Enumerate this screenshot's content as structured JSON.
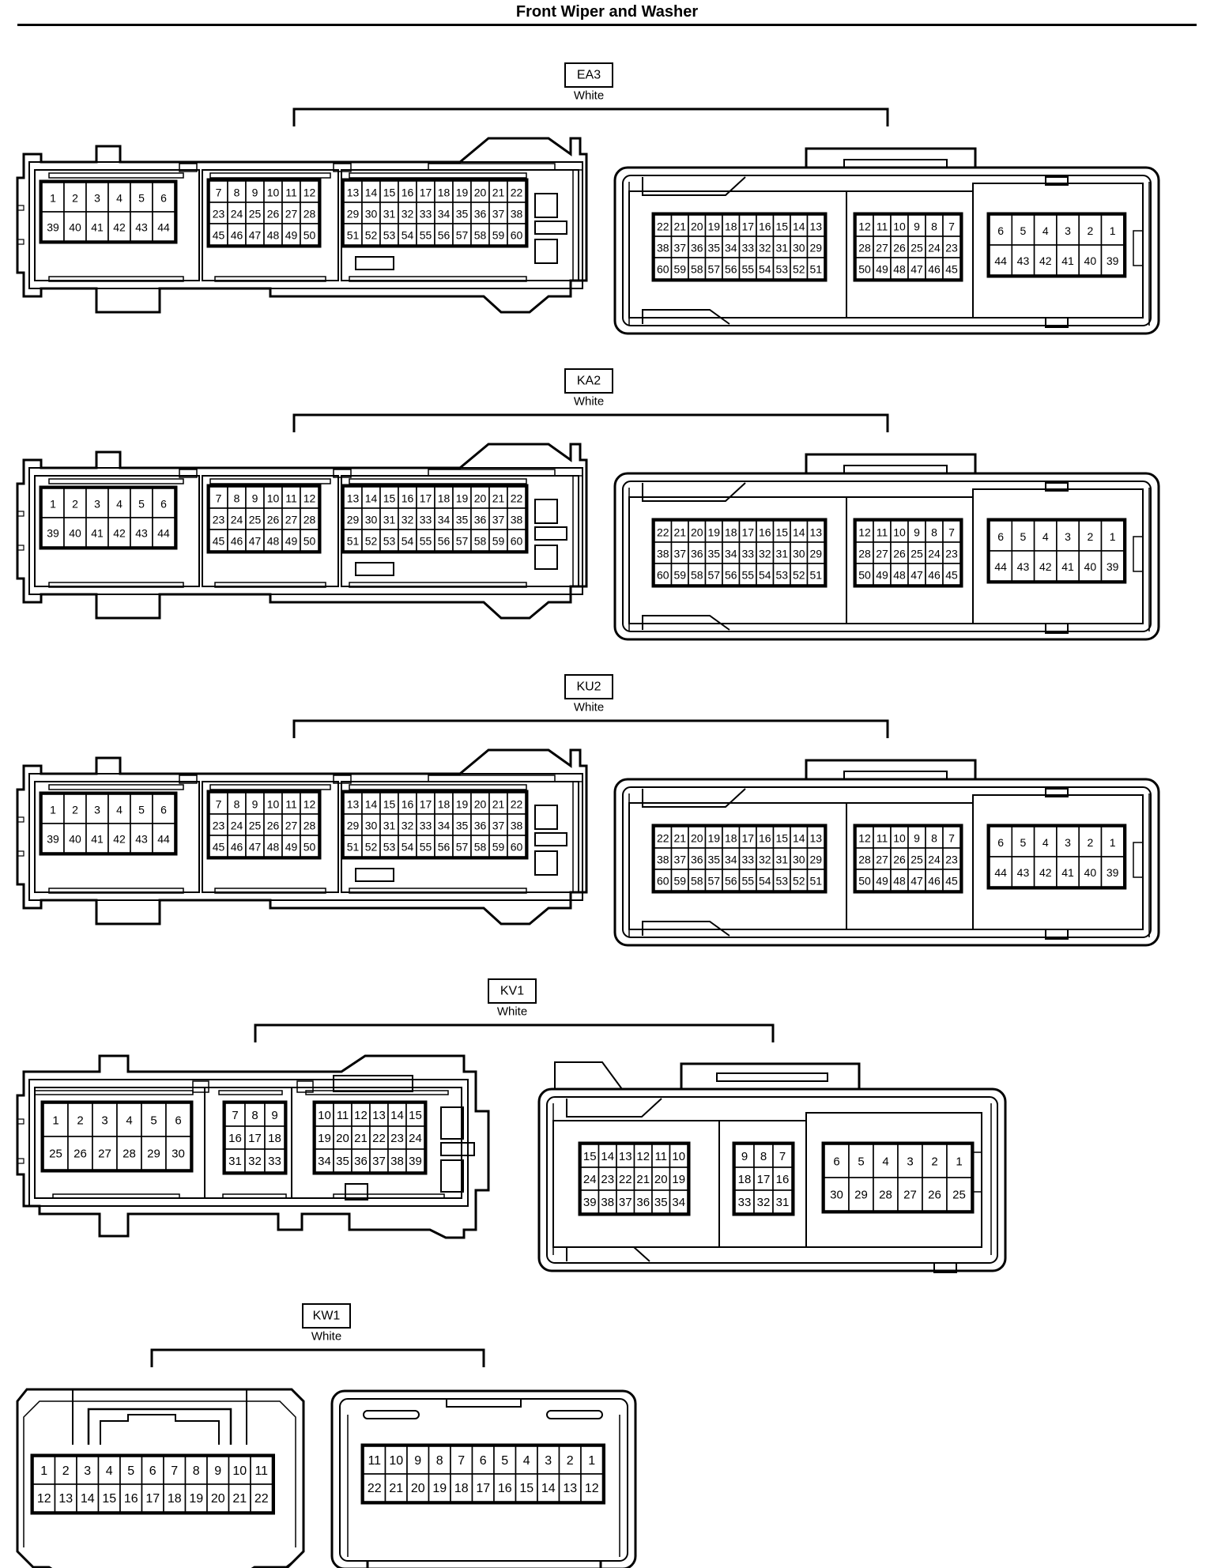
{
  "page": {
    "title": "Front Wiper and Washer"
  },
  "connectors": [
    {
      "id": "EA3",
      "color": "White",
      "style": "large",
      "male": {
        "blocks": [
          [
            [
              "1",
              "2",
              "3",
              "4",
              "5",
              "6"
            ],
            [
              "39",
              "40",
              "41",
              "42",
              "43",
              "44"
            ]
          ],
          [
            [
              "7",
              "8",
              "9",
              "10",
              "11",
              "12"
            ],
            [
              "23",
              "24",
              "25",
              "26",
              "27",
              "28"
            ],
            [
              "45",
              "46",
              "47",
              "48",
              "49",
              "50"
            ]
          ],
          [
            [
              "13",
              "14",
              "15",
              "16",
              "17",
              "18",
              "19",
              "20",
              "21",
              "22"
            ],
            [
              "29",
              "30",
              "31",
              "32",
              "33",
              "34",
              "35",
              "36",
              "37",
              "38"
            ],
            [
              "51",
              "52",
              "53",
              "54",
              "55",
              "56",
              "57",
              "58",
              "59",
              "60"
            ]
          ]
        ]
      },
      "female": {
        "blocks": [
          [
            [
              "22",
              "21",
              "20",
              "19",
              "18",
              "17",
              "16",
              "15",
              "14",
              "13"
            ],
            [
              "38",
              "37",
              "36",
              "35",
              "34",
              "33",
              "32",
              "31",
              "30",
              "29"
            ],
            [
              "60",
              "59",
              "58",
              "57",
              "56",
              "55",
              "54",
              "53",
              "52",
              "51"
            ]
          ],
          [
            [
              "12",
              "11",
              "10",
              "9",
              "8",
              "7"
            ],
            [
              "28",
              "27",
              "26",
              "25",
              "24",
              "23"
            ],
            [
              "50",
              "49",
              "48",
              "47",
              "46",
              "45"
            ]
          ],
          [
            [
              "6",
              "5",
              "4",
              "3",
              "2",
              "1"
            ],
            [
              "44",
              "43",
              "42",
              "41",
              "40",
              "39"
            ]
          ]
        ]
      }
    },
    {
      "id": "KA2",
      "color": "White",
      "style": "large",
      "male": {
        "blocks": [
          [
            [
              "1",
              "2",
              "3",
              "4",
              "5",
              "6"
            ],
            [
              "39",
              "40",
              "41",
              "42",
              "43",
              "44"
            ]
          ],
          [
            [
              "7",
              "8",
              "9",
              "10",
              "11",
              "12"
            ],
            [
              "23",
              "24",
              "25",
              "26",
              "27",
              "28"
            ],
            [
              "45",
              "46",
              "47",
              "48",
              "49",
              "50"
            ]
          ],
          [
            [
              "13",
              "14",
              "15",
              "16",
              "17",
              "18",
              "19",
              "20",
              "21",
              "22"
            ],
            [
              "29",
              "30",
              "31",
              "32",
              "33",
              "34",
              "35",
              "36",
              "37",
              "38"
            ],
            [
              "51",
              "52",
              "53",
              "54",
              "55",
              "56",
              "57",
              "58",
              "59",
              "60"
            ]
          ]
        ]
      },
      "female": {
        "blocks": [
          [
            [
              "22",
              "21",
              "20",
              "19",
              "18",
              "17",
              "16",
              "15",
              "14",
              "13"
            ],
            [
              "38",
              "37",
              "36",
              "35",
              "34",
              "33",
              "32",
              "31",
              "30",
              "29"
            ],
            [
              "60",
              "59",
              "58",
              "57",
              "56",
              "55",
              "54",
              "53",
              "52",
              "51"
            ]
          ],
          [
            [
              "12",
              "11",
              "10",
              "9",
              "8",
              "7"
            ],
            [
              "28",
              "27",
              "26",
              "25",
              "24",
              "23"
            ],
            [
              "50",
              "49",
              "48",
              "47",
              "46",
              "45"
            ]
          ],
          [
            [
              "6",
              "5",
              "4",
              "3",
              "2",
              "1"
            ],
            [
              "44",
              "43",
              "42",
              "41",
              "40",
              "39"
            ]
          ]
        ]
      }
    },
    {
      "id": "KU2",
      "color": "White",
      "style": "large",
      "male": {
        "blocks": [
          [
            [
              "1",
              "2",
              "3",
              "4",
              "5",
              "6"
            ],
            [
              "39",
              "40",
              "41",
              "42",
              "43",
              "44"
            ]
          ],
          [
            [
              "7",
              "8",
              "9",
              "10",
              "11",
              "12"
            ],
            [
              "23",
              "24",
              "25",
              "26",
              "27",
              "28"
            ],
            [
              "45",
              "46",
              "47",
              "48",
              "49",
              "50"
            ]
          ],
          [
            [
              "13",
              "14",
              "15",
              "16",
              "17",
              "18",
              "19",
              "20",
              "21",
              "22"
            ],
            [
              "29",
              "30",
              "31",
              "32",
              "33",
              "34",
              "35",
              "36",
              "37",
              "38"
            ],
            [
              "51",
              "52",
              "53",
              "54",
              "55",
              "56",
              "57",
              "58",
              "59",
              "60"
            ]
          ]
        ]
      },
      "female": {
        "blocks": [
          [
            [
              "22",
              "21",
              "20",
              "19",
              "18",
              "17",
              "16",
              "15",
              "14",
              "13"
            ],
            [
              "38",
              "37",
              "36",
              "35",
              "34",
              "33",
              "32",
              "31",
              "30",
              "29"
            ],
            [
              "60",
              "59",
              "58",
              "57",
              "56",
              "55",
              "54",
              "53",
              "52",
              "51"
            ]
          ],
          [
            [
              "12",
              "11",
              "10",
              "9",
              "8",
              "7"
            ],
            [
              "28",
              "27",
              "26",
              "25",
              "24",
              "23"
            ],
            [
              "50",
              "49",
              "48",
              "47",
              "46",
              "45"
            ]
          ],
          [
            [
              "6",
              "5",
              "4",
              "3",
              "2",
              "1"
            ],
            [
              "44",
              "43",
              "42",
              "41",
              "40",
              "39"
            ]
          ]
        ]
      }
    },
    {
      "id": "KV1",
      "color": "White",
      "style": "medium",
      "male": {
        "blocks": [
          [
            [
              "1",
              "2",
              "3",
              "4",
              "5",
              "6"
            ],
            [
              "25",
              "26",
              "27",
              "28",
              "29",
              "30"
            ]
          ],
          [
            [
              "7",
              "8",
              "9"
            ],
            [
              "16",
              "17",
              "18"
            ],
            [
              "31",
              "32",
              "33"
            ]
          ],
          [
            [
              "10",
              "11",
              "12",
              "13",
              "14",
              "15"
            ],
            [
              "19",
              "20",
              "21",
              "22",
              "23",
              "24"
            ],
            [
              "34",
              "35",
              "36",
              "37",
              "38",
              "39"
            ]
          ]
        ]
      },
      "female": {
        "blocks": [
          [
            [
              "15",
              "14",
              "13",
              "12",
              "11",
              "10"
            ],
            [
              "24",
              "23",
              "22",
              "21",
              "20",
              "19"
            ],
            [
              "39",
              "38",
              "37",
              "36",
              "35",
              "34"
            ]
          ],
          [
            [
              "9",
              "8",
              "7"
            ],
            [
              "18",
              "17",
              "16"
            ],
            [
              "33",
              "32",
              "31"
            ]
          ],
          [
            [
              "6",
              "5",
              "4",
              "3",
              "2",
              "1"
            ],
            [
              "30",
              "29",
              "28",
              "27",
              "26",
              "25"
            ]
          ]
        ]
      }
    },
    {
      "id": "KW1",
      "color": "White",
      "style": "small",
      "male": {
        "blocks": [
          [
            [
              "1",
              "2",
              "3",
              "4",
              "5",
              "6",
              "7",
              "8",
              "9",
              "10",
              "11"
            ],
            [
              "12",
              "13",
              "14",
              "15",
              "16",
              "17",
              "18",
              "19",
              "20",
              "21",
              "22"
            ]
          ]
        ]
      },
      "female": {
        "blocks": [
          [
            [
              "11",
              "10",
              "9",
              "8",
              "7",
              "6",
              "5",
              "4",
              "3",
              "2",
              "1"
            ],
            [
              "22",
              "21",
              "20",
              "19",
              "18",
              "17",
              "16",
              "15",
              "14",
              "13",
              "12"
            ]
          ]
        ]
      }
    }
  ]
}
